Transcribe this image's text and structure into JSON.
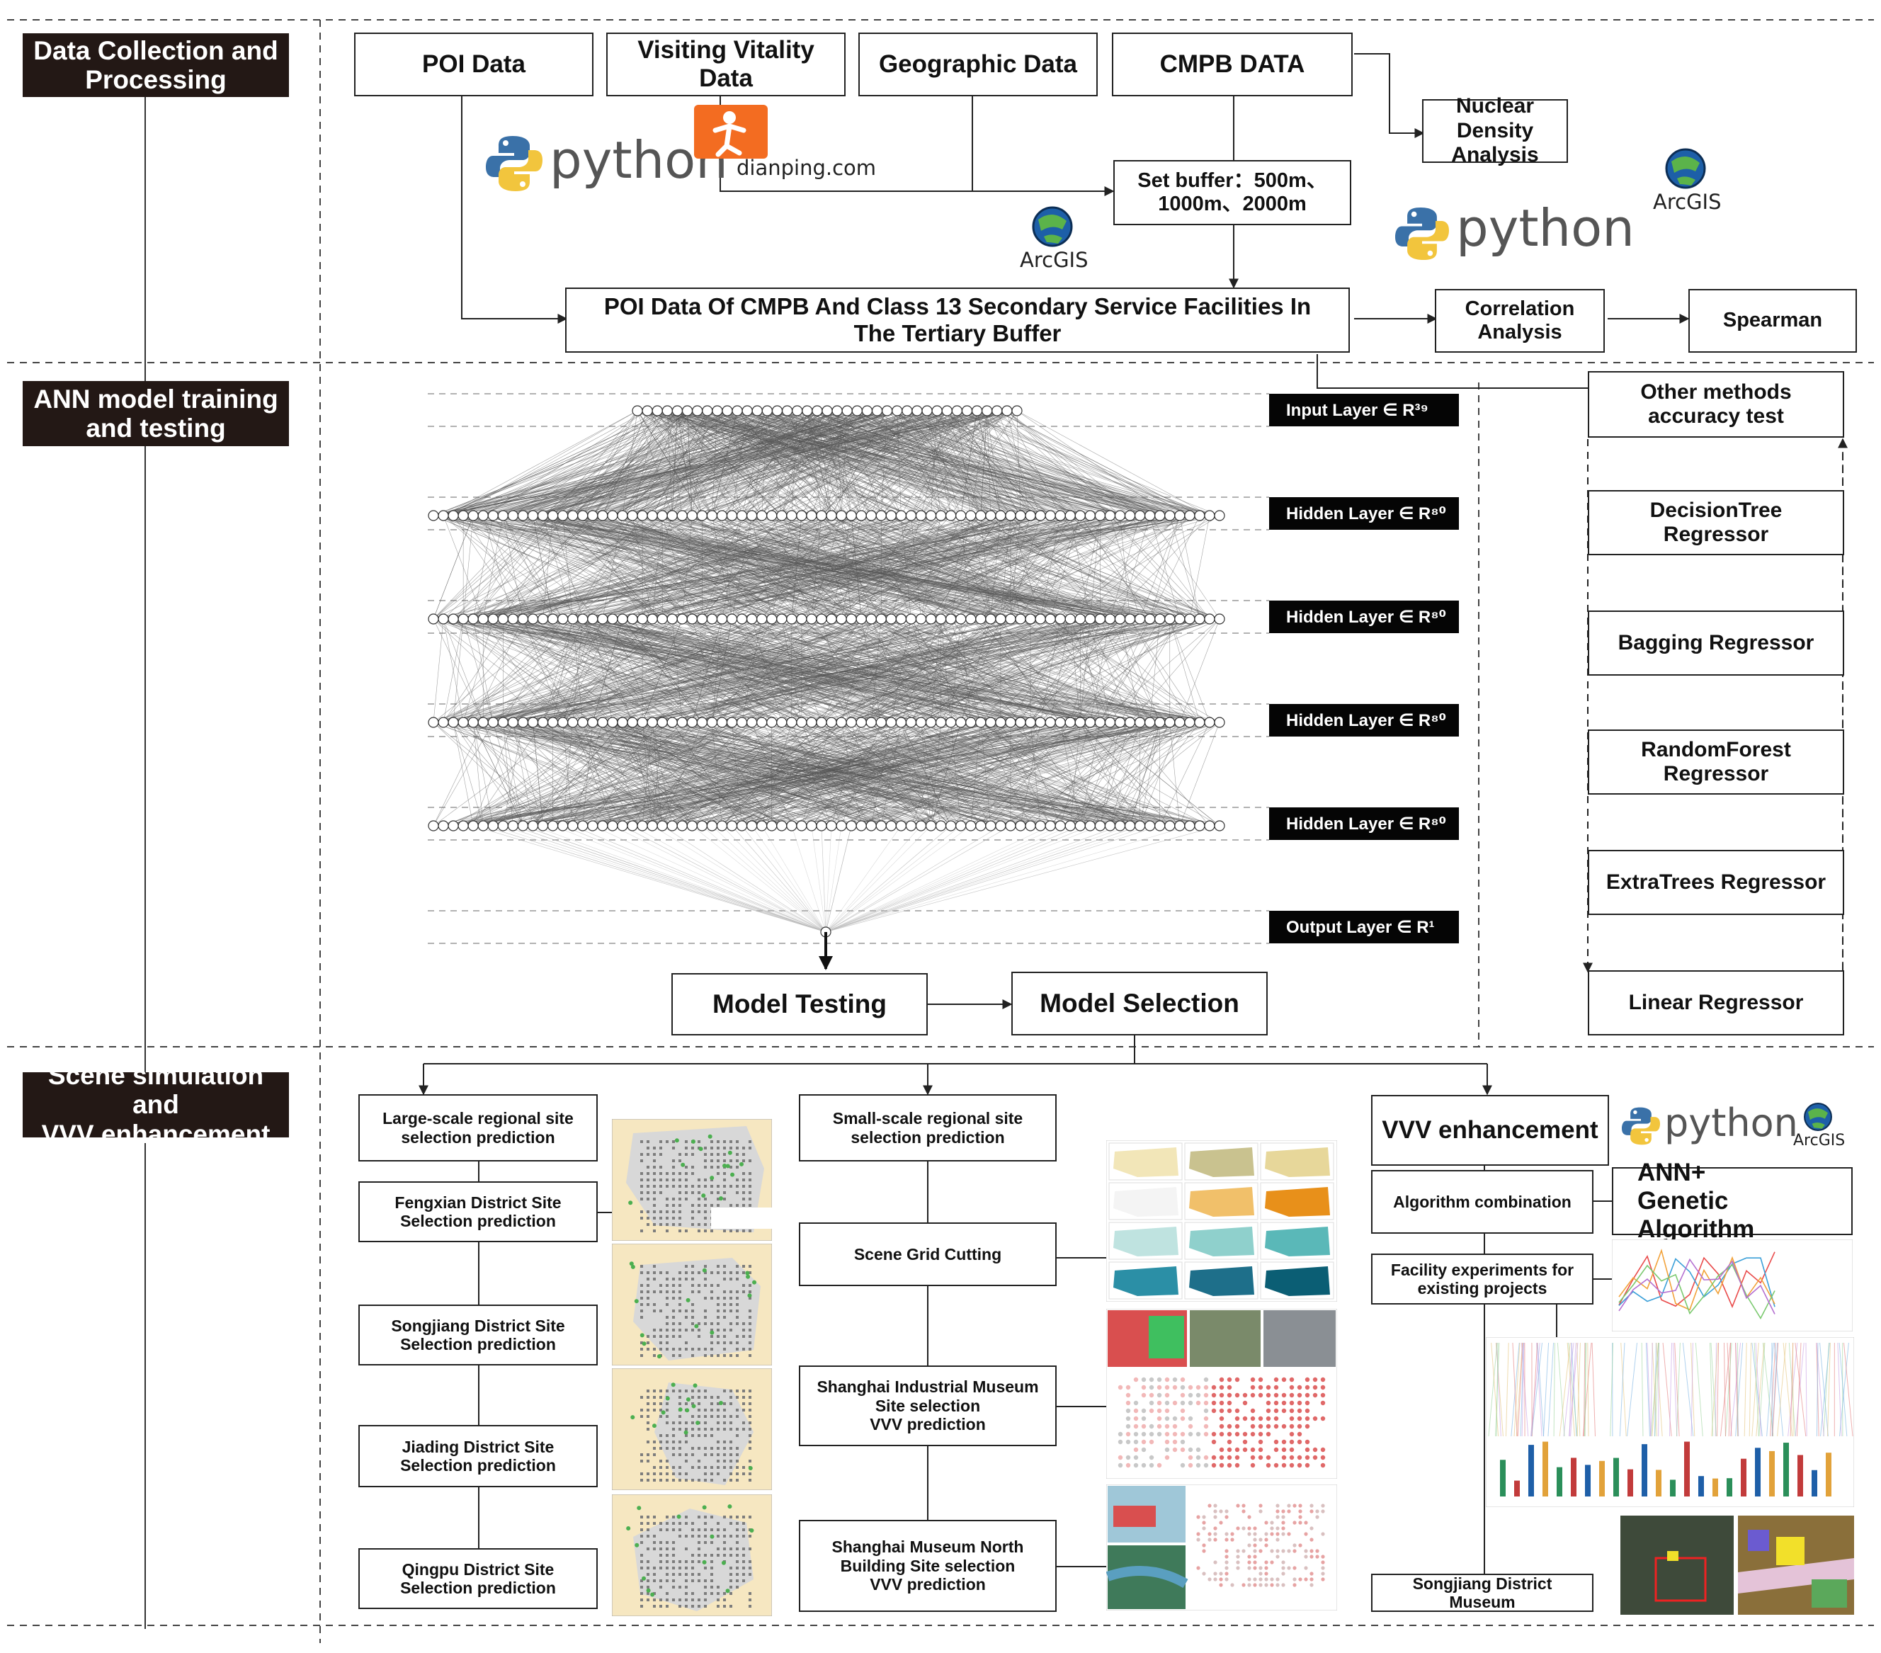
{
  "sections": {
    "data": "Data Collection and\nProcessing",
    "ann": "ANN model training\nand testing",
    "scene": "Scene simulation and\nVVV enhancement"
  },
  "top": {
    "poi": "POI Data",
    "vitality": "Visiting Vitality\nData",
    "geo": "Geographic Data",
    "cmpb": "CMPB DATA",
    "nuclear": "Nuclear Density\nAnalysis",
    "buffer": "Set buffer：500m、\n1000m、2000m",
    "poi_cmpb": "POI Data Of CMPB And Class 13 Secondary Service Facilities In\nThe Tertiary Buffer",
    "correlation": "Correlation\nAnalysis",
    "spearman": "Spearman"
  },
  "logos": {
    "python": "python",
    "dianping": "dianping.com",
    "arcgis": "ArcGIS"
  },
  "layers": {
    "input": "Input Layer ∈ R³⁹",
    "hidden": "Hidden Layer ∈ R⁸⁰",
    "output": "Output Layer ∈ R¹"
  },
  "ann": {
    "testing": "Model Testing",
    "selection": "Model Selection"
  },
  "methods": {
    "header": "Other methods\naccuracy test",
    "items": [
      "DecisionTree Regressor",
      "Bagging Regressor",
      "RandomForest Regressor",
      "ExtraTrees Regressor",
      "Linear Regressor"
    ]
  },
  "scene": {
    "large": "Large-scale regional site\nselection prediction",
    "fengxian": "Fengxian District Site\nSelection prediction",
    "songjiang": "Songjiang District Site\nSelection prediction",
    "jiading": "Jiading District Site\nSelection prediction",
    "qingpu": "Qingpu District Site\nSelection prediction",
    "small": "Small-scale regional site\nselection prediction",
    "grid": "Scene Grid Cutting",
    "industrial": "Shanghai Industrial Museum\nSite selection\nVVV prediction",
    "north": "Shanghai Museum North\nBuilding Site selection\nVVV prediction",
    "vvv": "VVV enhancement",
    "algo": "Algorithm combination",
    "anngen": "ANN+\nGenetic Algorithm",
    "facility": "Facility experiments for\nexisting projects",
    "sjmuseum": "Songjiang District Museum"
  },
  "colors": {
    "label_bg": "#231815",
    "map_bg": "#f6e7c1",
    "teal_dark": "#0b5e74",
    "teal_light": "#bfe3e0",
    "orange": "#e8901a",
    "olive": "#b3ad78"
  }
}
